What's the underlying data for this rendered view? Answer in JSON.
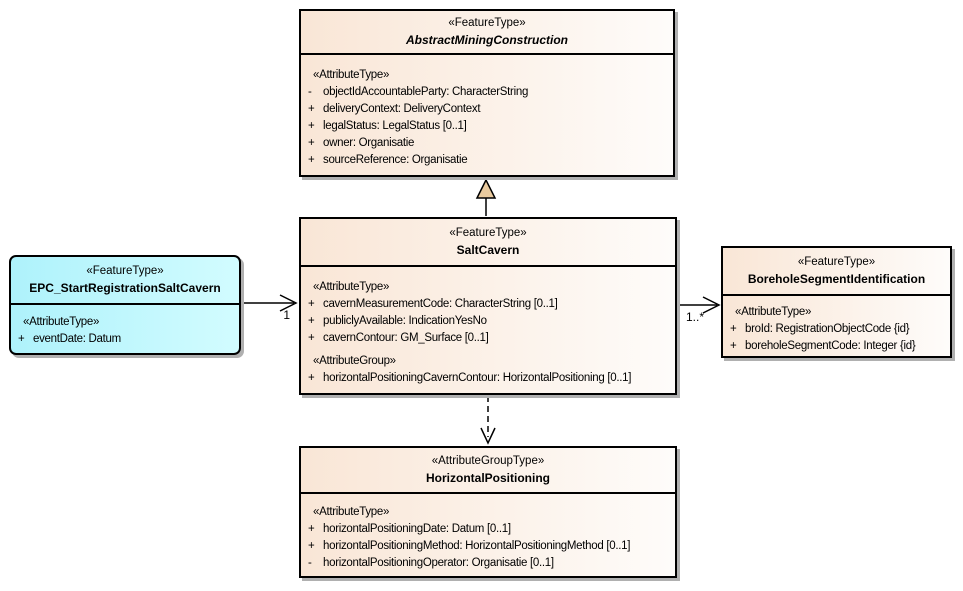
{
  "diagram": {
    "classes": {
      "abstract": {
        "stereotype": "«FeatureType»",
        "name": "AbstractMiningConstruction",
        "attr_header": "«AttributeType»",
        "attrs": [
          {
            "vis": "-",
            "text": "objectIdAccountableParty: CharacterString"
          },
          {
            "vis": "+",
            "text": "deliveryContext: DeliveryContext"
          },
          {
            "vis": "+",
            "text": "legalStatus: LegalStatus [0..1]"
          },
          {
            "vis": "+",
            "text": "owner: Organisatie"
          },
          {
            "vis": "+",
            "text": "sourceReference: Organisatie"
          }
        ]
      },
      "saltcavern": {
        "stereotype": "«FeatureType»",
        "name": "SaltCavern",
        "attr_header": "«AttributeType»",
        "attrs": [
          {
            "vis": "+",
            "text": "cavernMeasurementCode: CharacterString [0..1]"
          },
          {
            "vis": "+",
            "text": "publiclyAvailable: IndicationYesNo"
          },
          {
            "vis": "+",
            "text": "cavernContour: GM_Surface [0..1]"
          }
        ],
        "group_header": "«AttributeGroup»",
        "group_attrs": [
          {
            "vis": "+",
            "text": "horizontalPositioningCavernContour: HorizontalPositioning [0..1]"
          }
        ]
      },
      "epc": {
        "stereotype": "«FeatureType»",
        "name": "EPC_StartRegistrationSaltCavern",
        "attr_header": "«AttributeType»",
        "attrs": [
          {
            "vis": "+",
            "text": "eventDate: Datum"
          }
        ]
      },
      "borehole": {
        "stereotype": "«FeatureType»",
        "name": "BoreholeSegmentIdentification",
        "attr_header": "«AttributeType»",
        "attrs": [
          {
            "vis": "+",
            "text": "broId: RegistrationObjectCode {id}"
          },
          {
            "vis": "+",
            "text": "boreholeSegmentCode: Integer {id}"
          }
        ]
      },
      "horizontal": {
        "stereotype": "«AttributeGroupType»",
        "name": "HorizontalPositioning",
        "attr_header": "«AttributeType»",
        "attrs": [
          {
            "vis": "+",
            "text": "horizontalPositioningDate: Datum [0..1]"
          },
          {
            "vis": "+",
            "text": "horizontalPositioningMethod: HorizontalPositioningMethod [0..1]"
          },
          {
            "vis": "-",
            "text": "horizontalPositioningOperator: Organisatie [0..1]"
          }
        ]
      }
    },
    "connectors": {
      "epc_to_saltcavern_multiplicity": "1",
      "saltcavern_to_borehole_multiplicity": "1..*"
    },
    "colors": {
      "box_fill_left": "#F9E6D6",
      "box_fill_right": "#FEFCFA",
      "epc_fill_left": "#AEF2FB",
      "epc_fill_right": "#D2FCFF",
      "border": "#000000",
      "generalization_arrow_fill": "#EACB9F",
      "shadow": "#B0B0B0"
    }
  }
}
